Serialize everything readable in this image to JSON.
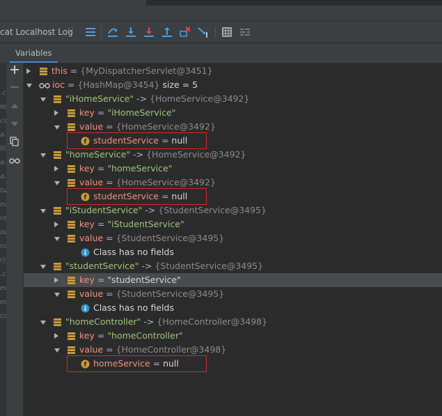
{
  "toolbar": {
    "tab_title": "cat Localhost Log",
    "tab_close": "×",
    "buttons": [
      "menu-lines-icon",
      "show-execution-point-icon",
      "step-over-icon",
      "step-into-icon",
      "force-step-into-icon",
      "step-out-icon",
      "drop-frame-icon",
      "run-to-cursor-icon",
      "evaluate-expression-icon",
      "trace-current-stream-icon"
    ]
  },
  "variables_panel": {
    "tab_label": "Variables",
    "side_buttons": [
      "add-icon",
      "remove-icon",
      "up-icon",
      "down-icon",
      "copy-icon",
      "watches-icon"
    ]
  },
  "left_strip_fragments": [
    ".c",
    "le",
    "co",
    "a.",
    "lli",
    "a.",
    "a.",
    "tu",
    "ec",
    "re",
    "oc",
    "nx",
    "r)",
    ".c",
    "ec",
    "ec",
    "cc"
  ],
  "tree": [
    {
      "indent": 0,
      "expand": "right",
      "icon": "field",
      "name": "this",
      "name_type": "var",
      "value": "{MyDispatcherServlet@3451}"
    },
    {
      "indent": 0,
      "expand": "down",
      "icon": "watch",
      "name": "ioc",
      "name_type": "var",
      "value": "{HashMap@3454}",
      "extra": "size = 5"
    },
    {
      "indent": 1,
      "expand": "down",
      "icon": "field",
      "name": "\"iHomeService\"",
      "name_type": "str",
      "arrow": "->",
      "value": "{HomeService@3492}"
    },
    {
      "indent": 2,
      "expand": "right",
      "icon": "field",
      "name": "key",
      "name_type": "var",
      "value_str": "\"iHomeService\""
    },
    {
      "indent": 2,
      "expand": "down",
      "icon": "field",
      "name": "value",
      "name_type": "var",
      "value": "{HomeService@3492}"
    },
    {
      "indent": 3,
      "expand": "none",
      "icon": "f",
      "name": "studentService",
      "name_type": "var",
      "value_plain": "null",
      "boxed": true
    },
    {
      "indent": 1,
      "expand": "down",
      "icon": "field",
      "name": "\"homeService\"",
      "name_type": "str",
      "arrow": "->",
      "value": "{HomeService@3492}"
    },
    {
      "indent": 2,
      "expand": "right",
      "icon": "field",
      "name": "key",
      "name_type": "var",
      "value_str": "\"homeService\""
    },
    {
      "indent": 2,
      "expand": "down",
      "icon": "field",
      "name": "value",
      "name_type": "var",
      "value": "{HomeService@3492}"
    },
    {
      "indent": 3,
      "expand": "none",
      "icon": "f",
      "name": "studentService",
      "name_type": "var",
      "value_plain": "null",
      "boxed": true
    },
    {
      "indent": 1,
      "expand": "down",
      "icon": "field",
      "name": "\"iStudentService\"",
      "name_type": "str",
      "arrow": "->",
      "value": "{StudentService@3495}"
    },
    {
      "indent": 2,
      "expand": "right",
      "icon": "field",
      "name": "key",
      "name_type": "var",
      "value_str": "\"iStudentService\""
    },
    {
      "indent": 2,
      "expand": "down",
      "icon": "field",
      "name": "value",
      "name_type": "var",
      "value": "{StudentService@3495}"
    },
    {
      "indent": 3,
      "expand": "none",
      "icon": "info",
      "message": "Class has no fields"
    },
    {
      "indent": 1,
      "expand": "down",
      "icon": "field",
      "name": "\"studentService\"",
      "name_type": "str",
      "arrow": "->",
      "value": "{StudentService@3495}"
    },
    {
      "indent": 2,
      "expand": "right",
      "icon": "field",
      "name": "key",
      "name_type": "var",
      "value_str": "\"studentService\"",
      "value_white": true,
      "selected": true
    },
    {
      "indent": 2,
      "expand": "down",
      "icon": "field",
      "name": "value",
      "name_type": "var",
      "value": "{StudentService@3495}"
    },
    {
      "indent": 3,
      "expand": "none",
      "icon": "info",
      "message": "Class has no fields"
    },
    {
      "indent": 1,
      "expand": "down",
      "icon": "field",
      "name": "\"homeController\"",
      "name_type": "str",
      "arrow": "->",
      "value": "{HomeController@3498}"
    },
    {
      "indent": 2,
      "expand": "right",
      "icon": "field",
      "name": "key",
      "name_type": "var",
      "value_str": "\"homeController\""
    },
    {
      "indent": 2,
      "expand": "down",
      "icon": "field",
      "name": "value",
      "name_type": "var",
      "value": "{HomeController@3498}"
    },
    {
      "indent": 3,
      "expand": "none",
      "icon": "f",
      "name": "homeService",
      "name_type": "var",
      "value_plain": "null",
      "boxed": true
    }
  ],
  "colors": {
    "variable_name": "#f0917c",
    "string_value": "#9fc47a",
    "object_value": "#8c8c8c",
    "highlight_box": "#d8262c",
    "field_icon": "#c99a3d",
    "info_icon": "#3592c4",
    "selection": "#494b4d"
  }
}
